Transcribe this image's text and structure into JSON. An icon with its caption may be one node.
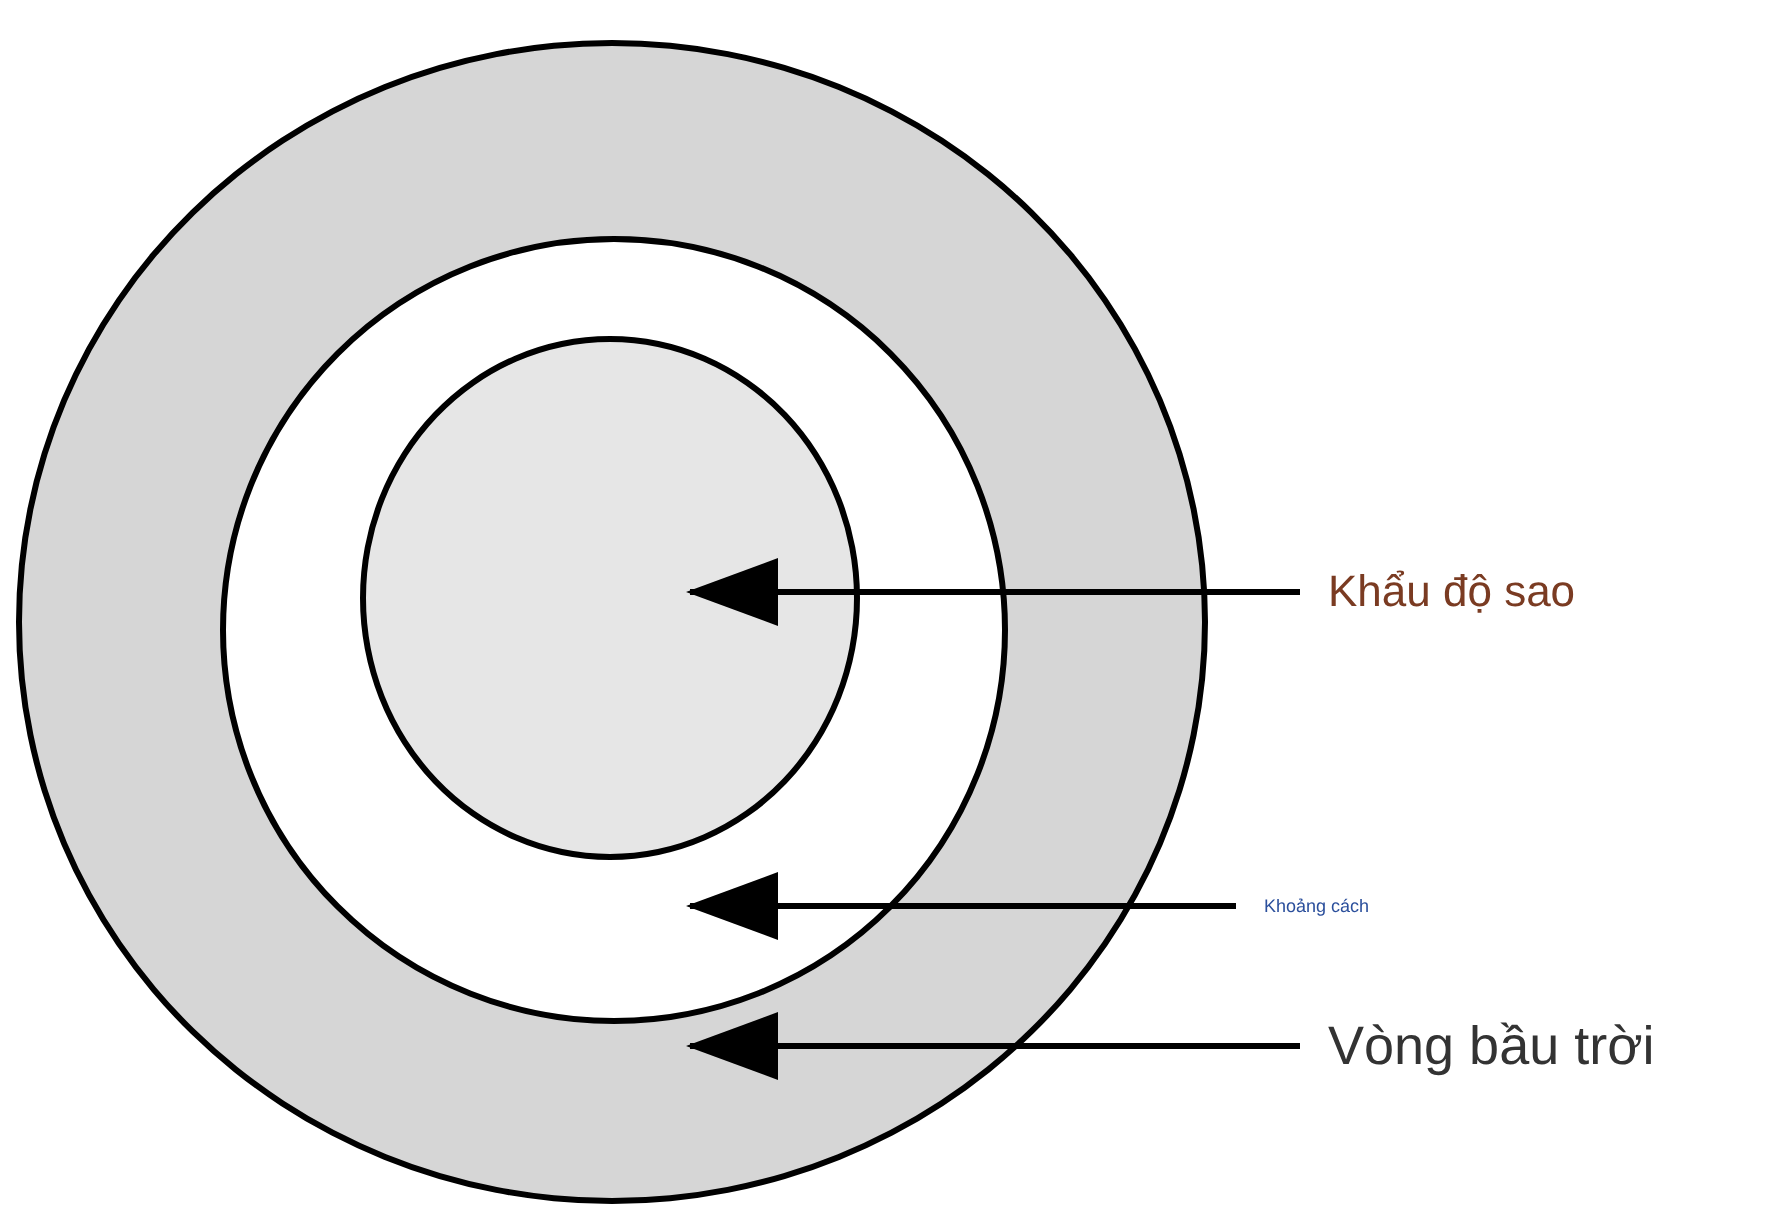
{
  "diagram": {
    "nodes": [
      {
        "text": [],
        "shape": "circle"
      },
      {
        "text": [],
        "shape": "circle",
        "in": 0
      },
      {
        "text": [],
        "shape": "circle",
        "in": 1
      },
      {
        "text": [
          "Khẩu độ sao"
        ]
      },
      {
        "text": [
          "Khoảng cách"
        ]
      },
      {
        "text": [
          "Vòng bầu trời"
        ]
      }
    ],
    "edges": [
      {
        "from": 3,
        "to": 2,
        "arrow": "to"
      },
      {
        "from": 4,
        "to": 1,
        "arrow": "to"
      },
      {
        "from": 5,
        "to": 0,
        "arrow": "to"
      }
    ]
  }
}
